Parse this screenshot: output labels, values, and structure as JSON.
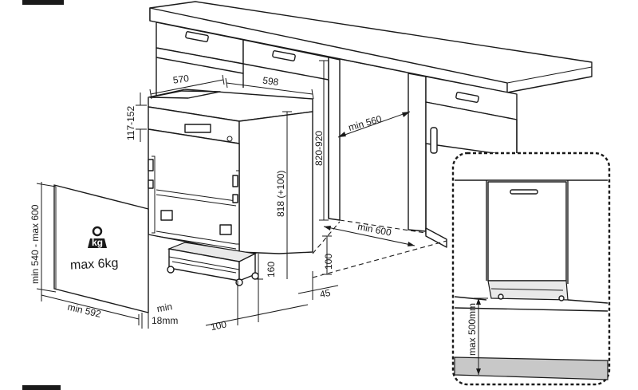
{
  "labels": {
    "width_570": "570",
    "width_598": "598",
    "gap_117_152": "117-152",
    "height_820_920": "820-920",
    "height_818": "818 (+100)",
    "depth_min_560": "min 560",
    "depth_min_600": "min 600",
    "plinth_100_right": "100",
    "plinth_160": "160",
    "plinth_45": "45",
    "plinth_100_bottom": "100",
    "panel_height": "min 540 - max 600",
    "panel_width": "min 592",
    "panel_thickness_min": "min",
    "panel_thickness_value": "18mm",
    "panel_weight": "max 6kg",
    "weight_icon_text": "kg",
    "detail_plinth": "max 500mm"
  },
  "colors": {
    "ink": "#1a1a1a",
    "shade": "#e9e9e9",
    "floor": "#c8c8c8"
  },
  "icons": [
    "weight-icon",
    "door-handle-icon"
  ]
}
